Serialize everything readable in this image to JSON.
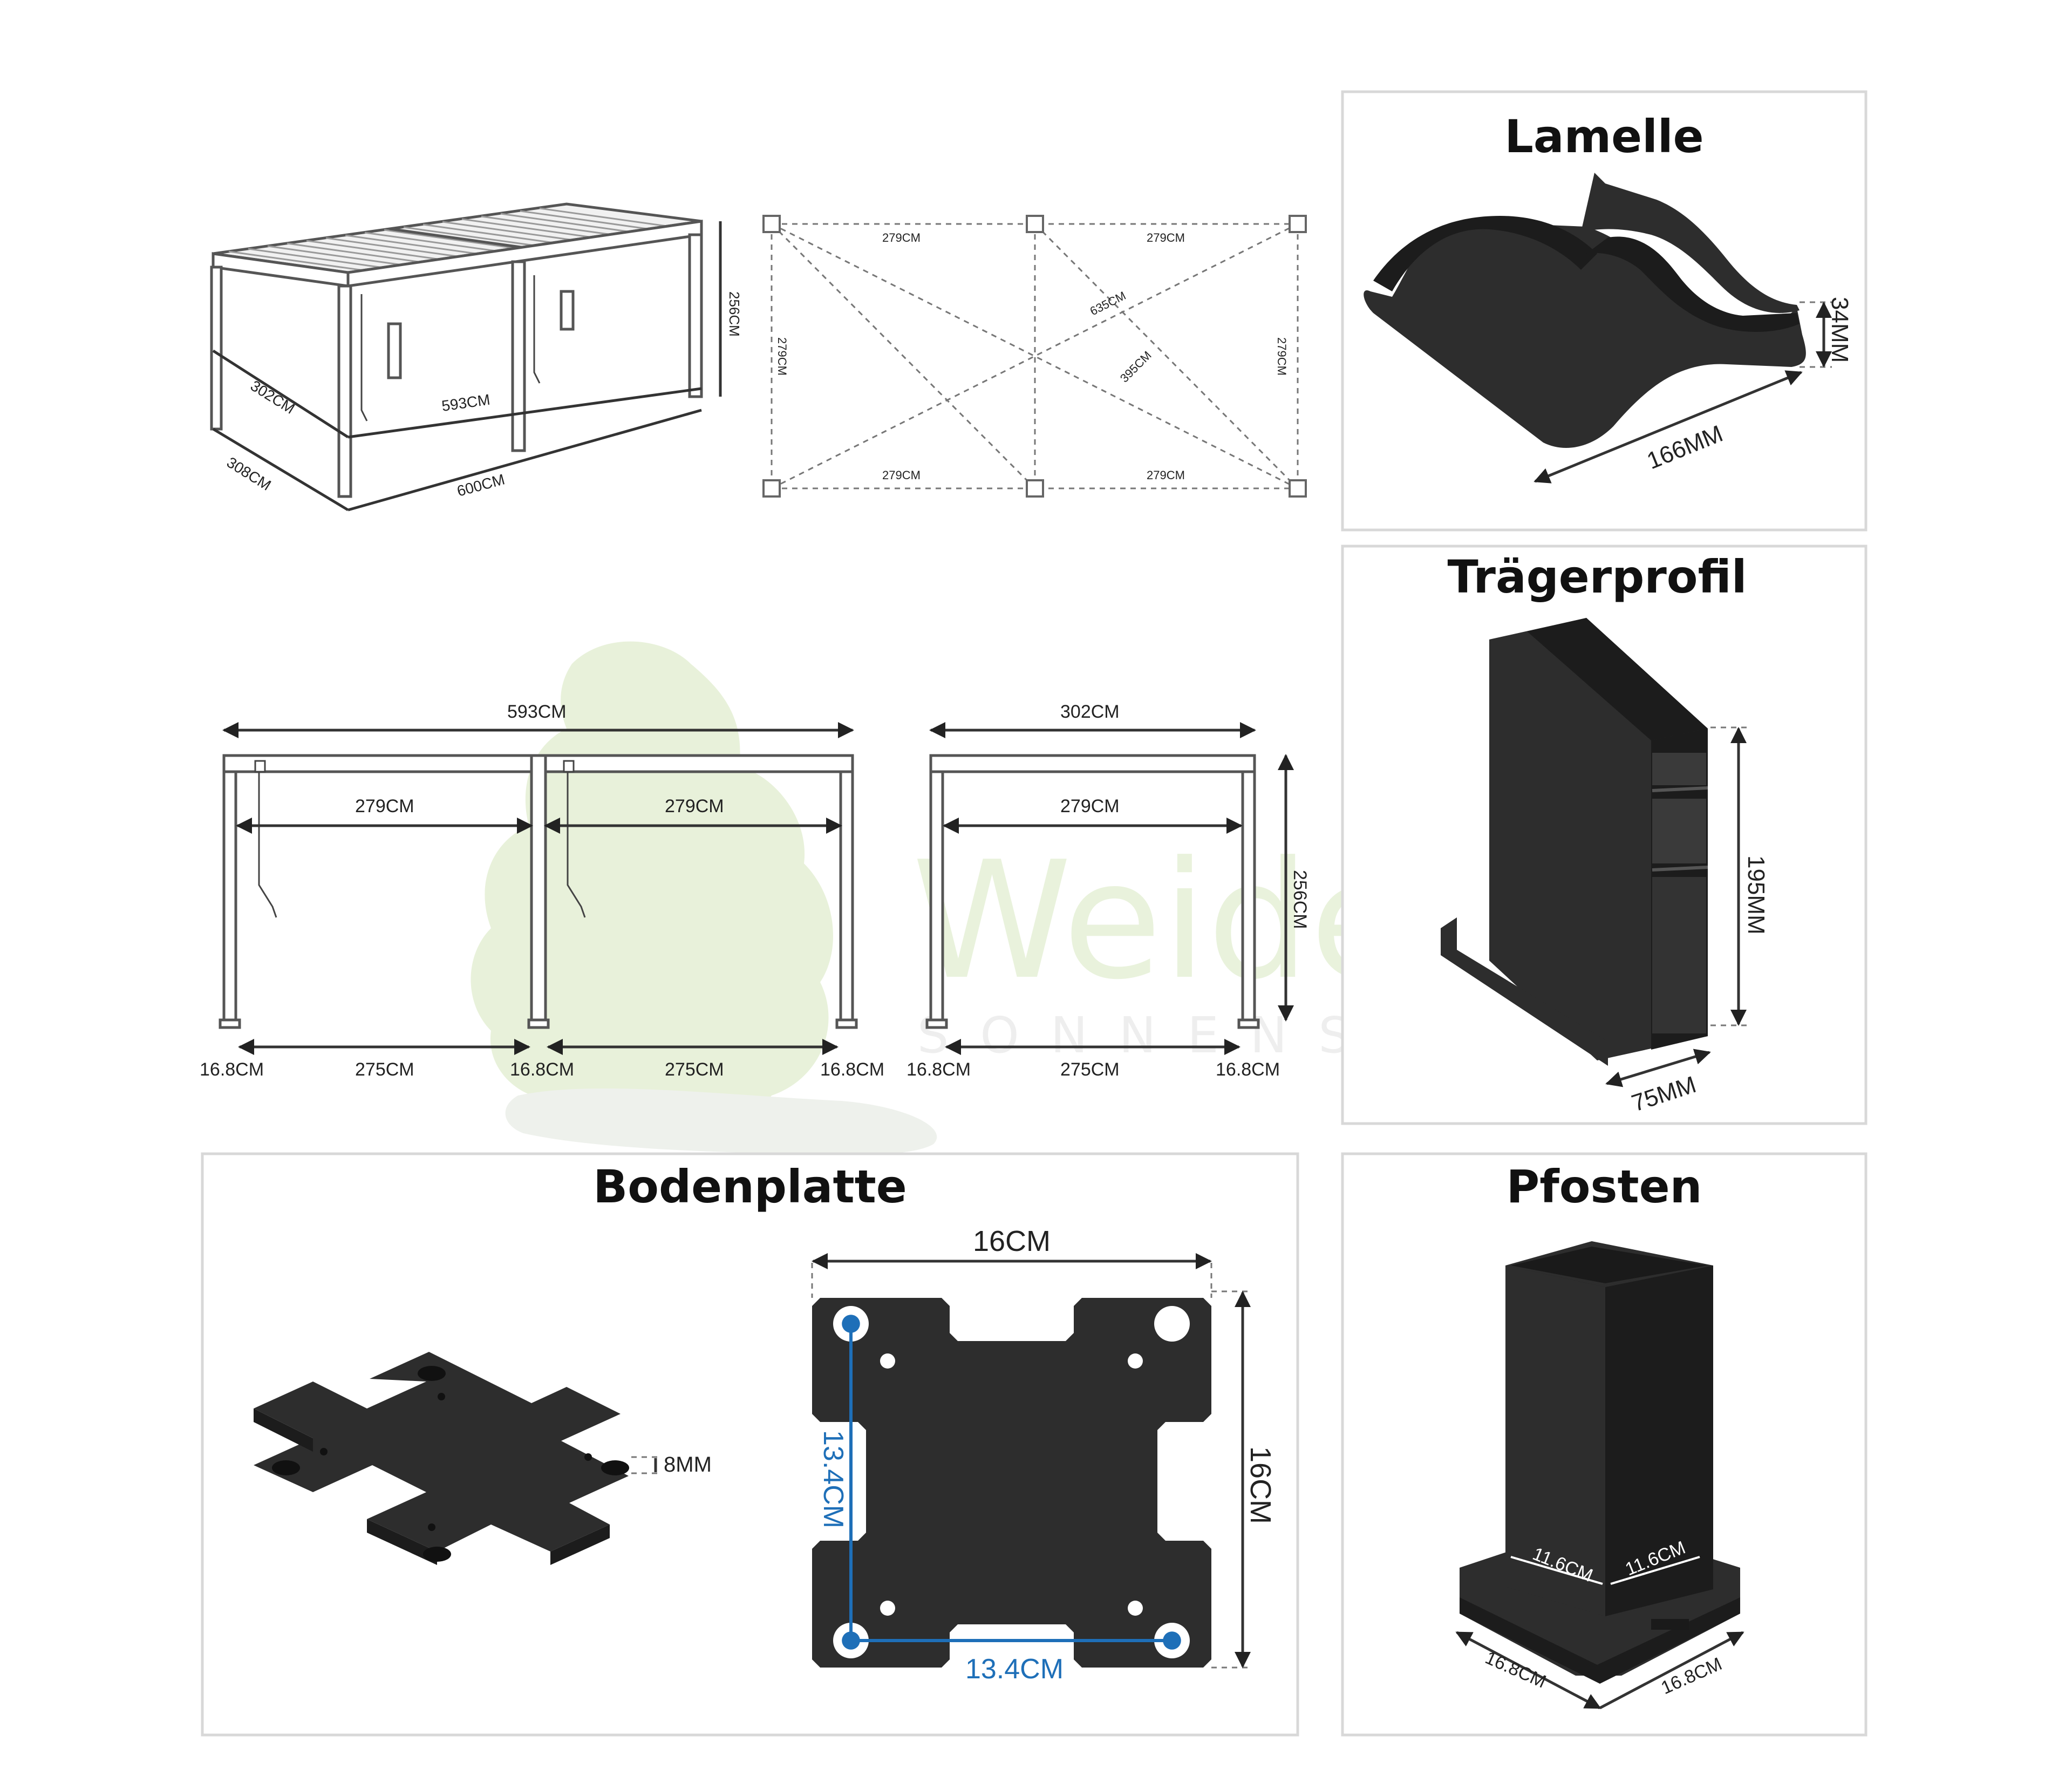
{
  "panels": {
    "lamelle": {
      "title": "Lamelle",
      "height": "34MM",
      "width": "166MM"
    },
    "traeger": {
      "title": "Trägerprofil",
      "height": "195MM",
      "depth": "75MM"
    },
    "boden": {
      "title": "Bodenplatte",
      "thickness": "8MM",
      "width": "16CM",
      "height": "16CM",
      "hole_v": "13.4CM",
      "hole_h": "13.4CM"
    },
    "pfosten": {
      "title": "Pfosten",
      "inner_a": "11.6CM",
      "inner_b": "11.6CM",
      "base_a": "16.8CM",
      "base_b": "16.8CM"
    }
  },
  "iso": {
    "height": "256CM",
    "depth_top": "302CM",
    "width_top": "593CM",
    "depth_out": "308CM",
    "width_out": "600CM"
  },
  "plan": {
    "top_left": "279CM",
    "top_right": "279CM",
    "bottom_left": "279CM",
    "bottom_right": "279CM",
    "left": "279CM",
    "right": "279CM",
    "diag_long": "635CM",
    "diag_short": "395CM"
  },
  "front": {
    "overall": "593CM",
    "bay1": "279CM",
    "bay2": "279CM",
    "post1": "16.8CM",
    "span1": "275CM",
    "post2": "16.8CM",
    "span2": "275CM",
    "post3": "16.8CM"
  },
  "side": {
    "overall": "302CM",
    "bay": "279CM",
    "height": "256CM",
    "post1": "16.8CM",
    "span": "275CM",
    "post2": "16.8CM"
  },
  "watermark": {
    "brand": "Weide",
    "sub": "SONNENSCHUTZ"
  },
  "colors": {
    "metal": "#2d2d2d",
    "accent": "#1e6fb8",
    "watermark": "#e6f0d6"
  }
}
